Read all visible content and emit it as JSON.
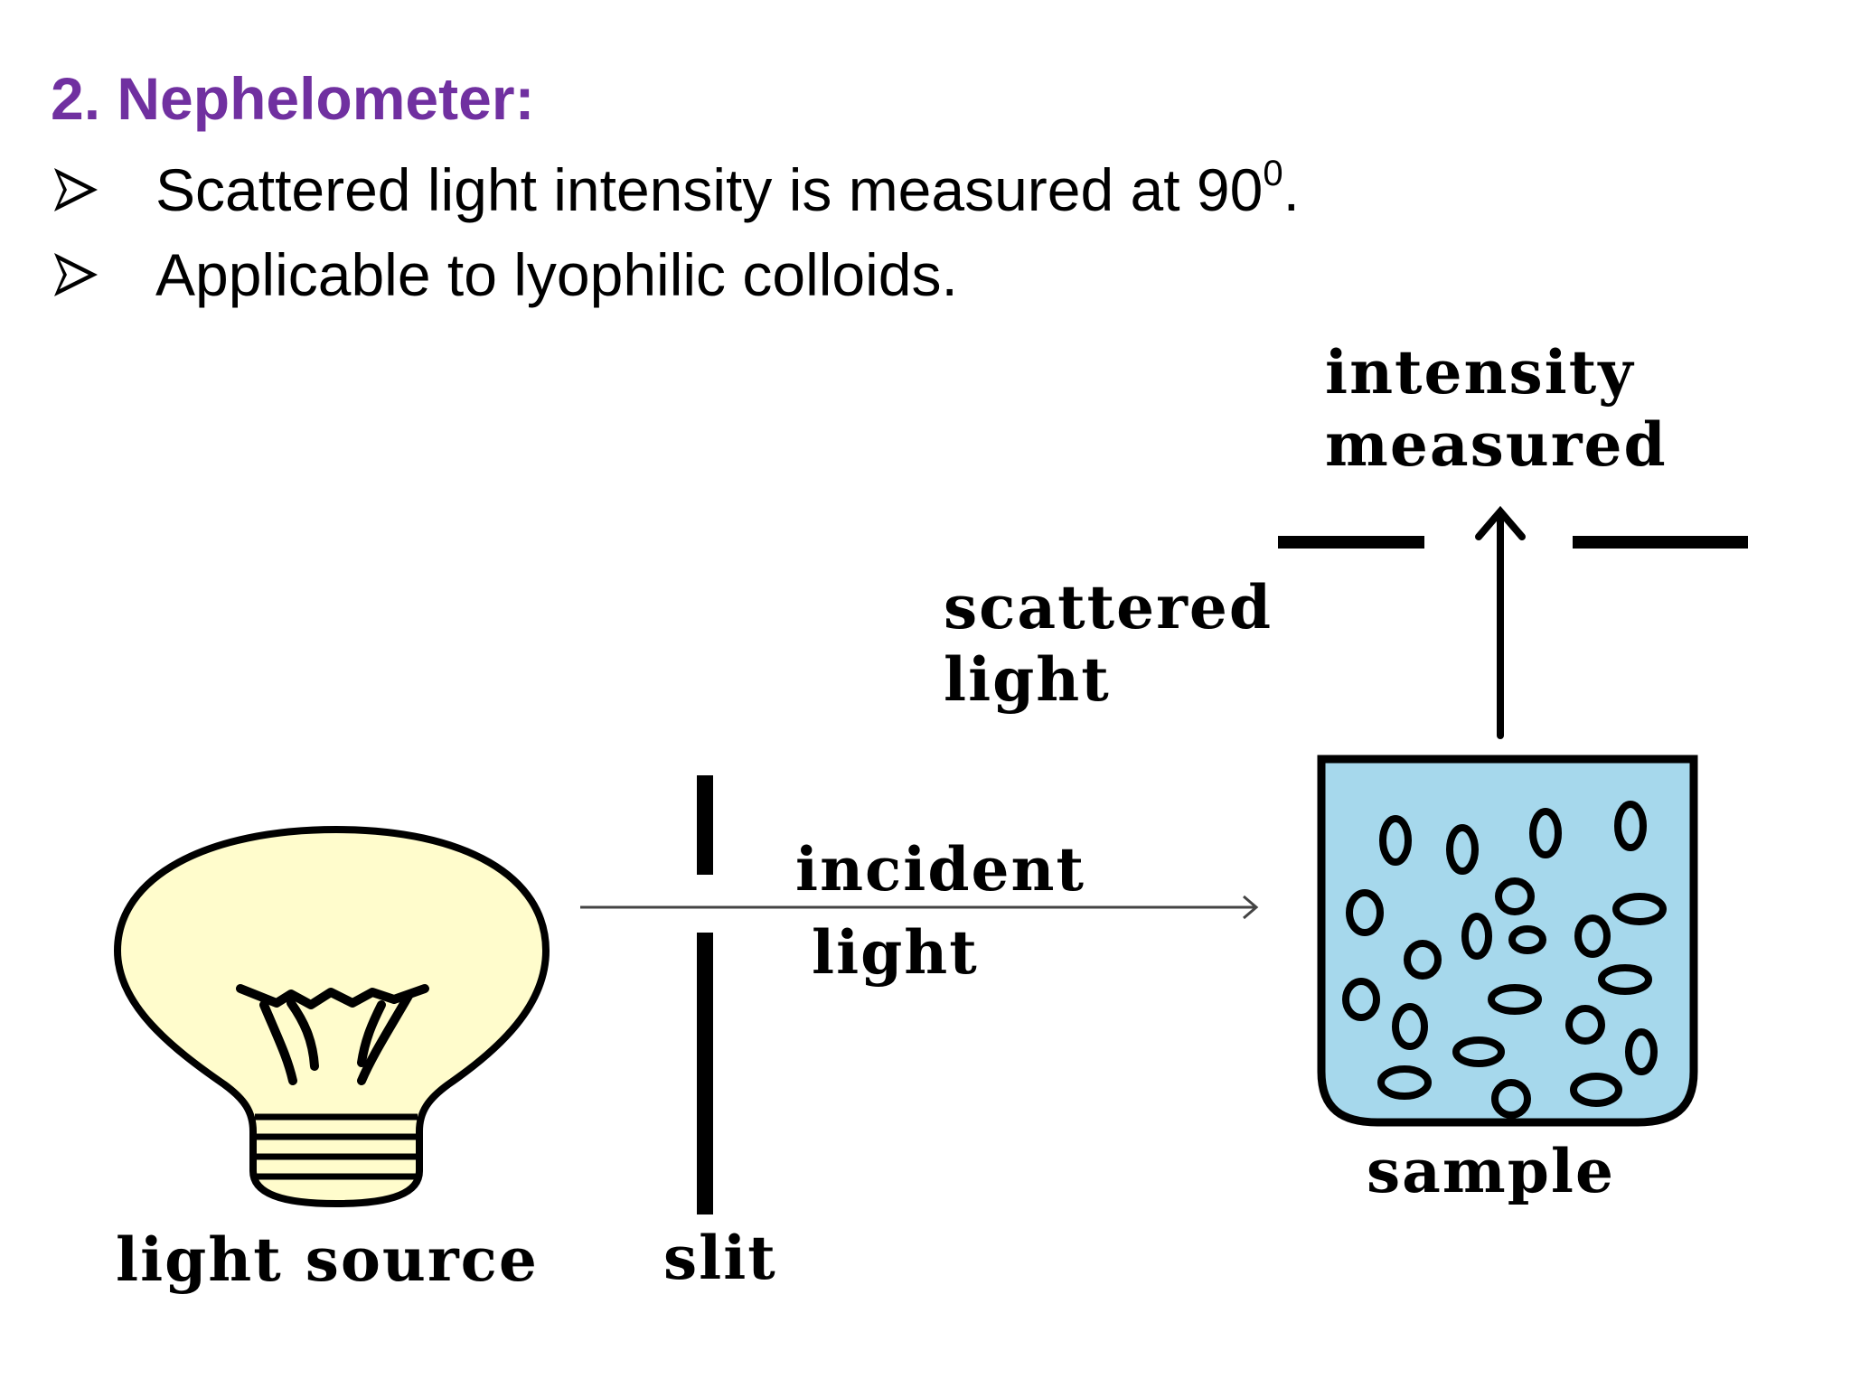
{
  "slide": {
    "title": "2. Nephelometer:",
    "bullets": [
      {
        "text": "Scattered light  intensity is measured at 90",
        "superscript": "0",
        "suffix": "."
      },
      {
        "text": "Applicable to lyophilic colloids.",
        "superscript": "",
        "suffix": ""
      }
    ],
    "colors": {
      "title": "#7030a0",
      "bulb_fill": "#fffccc",
      "sample_fill": "#a6d8ec"
    }
  },
  "diagram": {
    "labels": {
      "intensity_line1": "intensity",
      "intensity_line2": "measured",
      "scattered_line1": "scattered",
      "scattered_line2": "light",
      "incident_line1": "incident",
      "incident_line2": "light",
      "sample": "sample",
      "light_source": "light source",
      "slit": "slit"
    }
  }
}
